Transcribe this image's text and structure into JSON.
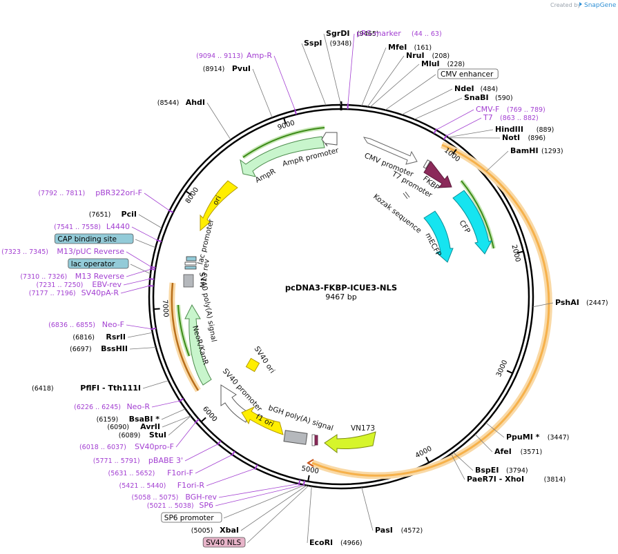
{
  "branding": {
    "created_by": "Created by",
    "app": "SnapGene"
  },
  "plasmid": {
    "name": "pcDNA3-FKBP-ICUE3-NLS",
    "length_text": "9467 bp",
    "length": 9467
  },
  "ruler_ticks": [
    "1000",
    "2000",
    "3000",
    "4000",
    "5000",
    "6000",
    "7000",
    "8000",
    "9000"
  ],
  "sites_right": [
    {
      "name": "SgrDI",
      "pos": "(9465)",
      "color": "black"
    },
    {
      "name": "SspI",
      "pos": "(9348)",
      "color": "black"
    },
    {
      "name": "pRS-marker",
      "pos": "(44 .. 63)",
      "color": "purple"
    },
    {
      "name": "MfeI",
      "pos": "(161)",
      "color": "black"
    },
    {
      "name": "NruI",
      "pos": "(208)",
      "color": "black"
    },
    {
      "name": "MluI",
      "pos": "(228)",
      "color": "black"
    },
    {
      "name": "CMV enhancer",
      "pos": "",
      "color": "box"
    },
    {
      "name": "NdeI",
      "pos": "(484)",
      "color": "black"
    },
    {
      "name": "SnaBI",
      "pos": "(590)",
      "color": "black"
    },
    {
      "name": "CMV-F",
      "pos": "(769 .. 789)",
      "color": "purple"
    },
    {
      "name": "T7",
      "pos": "(863 .. 882)",
      "color": "purple"
    },
    {
      "name": "HindIII",
      "pos": "(889)",
      "color": "black"
    },
    {
      "name": "NotI",
      "pos": "(896)",
      "color": "black"
    },
    {
      "name": "BamHI",
      "pos": "(1293)",
      "color": "black"
    },
    {
      "name": "PshAI",
      "pos": "(2447)",
      "color": "black"
    },
    {
      "name": "PpuMI *",
      "pos": "(3447)",
      "color": "black"
    },
    {
      "name": "AfeI",
      "pos": "(3571)",
      "color": "black"
    },
    {
      "name": "BspEI",
      "pos": "(3794)",
      "color": "black"
    },
    {
      "name": "PaeR7I  - XhoI",
      "pos": "(3814)",
      "color": "black"
    },
    {
      "name": "PasI",
      "pos": "(4572)",
      "color": "black"
    },
    {
      "name": "EcoRI",
      "pos": "(4966)",
      "color": "black"
    }
  ],
  "sites_left": [
    {
      "name": "Amp-R",
      "pos": "(9094 .. 9113)",
      "color": "purple"
    },
    {
      "name": "PvuI",
      "pos": "(8914)",
      "color": "black"
    },
    {
      "name": "AhdI",
      "pos": "(8544)",
      "color": "black"
    },
    {
      "name": "pBR322ori-F",
      "pos": "(7792 .. 7811)",
      "color": "purple"
    },
    {
      "name": "PciI",
      "pos": "(7651)",
      "color": "black"
    },
    {
      "name": "L4440",
      "pos": "(7541 .. 7558)",
      "color": "purple"
    },
    {
      "name": "CAP binding site",
      "pos": "",
      "color": "teal"
    },
    {
      "name": "M13/pUC Reverse",
      "pos": "(7323 .. 7345)",
      "color": "purple"
    },
    {
      "name": "lac operator",
      "pos": "",
      "color": "teal"
    },
    {
      "name": "M13 Reverse",
      "pos": "(7310 .. 7326)",
      "color": "purple"
    },
    {
      "name": "EBV-rev",
      "pos": "(7231 .. 7250)",
      "color": "purple"
    },
    {
      "name": "SV40pA-R",
      "pos": "(7177 .. 7196)",
      "color": "purple"
    },
    {
      "name": "Neo-F",
      "pos": "(6836 .. 6855)",
      "color": "purple"
    },
    {
      "name": "RsrII",
      "pos": "(6816)",
      "color": "black"
    },
    {
      "name": "BssHII",
      "pos": "(6697)",
      "color": "black"
    },
    {
      "name": "PflFI  - Tth111I",
      "pos": "(6418)",
      "color": "black"
    },
    {
      "name": "Neo-R",
      "pos": "(6226 .. 6245)",
      "color": "purple"
    },
    {
      "name": "BsaBI *",
      "pos": "(6159)",
      "color": "black"
    },
    {
      "name": "AvrII",
      "pos": "(6090)",
      "color": "black"
    },
    {
      "name": "StuI",
      "pos": "(6089)",
      "color": "black"
    },
    {
      "name": "SV40pro-F",
      "pos": "(6018 .. 6037)",
      "color": "purple"
    },
    {
      "name": "pBABE 3'",
      "pos": "(5771 .. 5791)",
      "color": "purple"
    },
    {
      "name": "F1ori-F",
      "pos": "(5631 .. 5652)",
      "color": "purple"
    },
    {
      "name": "F1ori-R",
      "pos": "(5421 .. 5440)",
      "color": "purple"
    },
    {
      "name": "BGH-rev",
      "pos": "(5058 .. 5075)",
      "color": "purple"
    },
    {
      "name": "SP6",
      "pos": "(5021 .. 5038)",
      "color": "purple"
    },
    {
      "name": "SP6 promoter",
      "pos": "",
      "color": "box"
    },
    {
      "name": "XbaI",
      "pos": "(5005)",
      "color": "black"
    },
    {
      "name": "SV40 NLS",
      "pos": "",
      "color": "pink"
    }
  ],
  "features": {
    "cmv_promoter": "CMV promoter",
    "t7_promoter": "T7 promoter",
    "fkbp": "FKBP",
    "kozak": "Kozak sequence",
    "cfp": "CFP",
    "mecfp": "mECFP",
    "ampr": "AmpR",
    "ampr_promoter": "AmpR promoter",
    "ori": "ori",
    "lac_promoter": "lac promoter",
    "m13_rev": "M13 rev",
    "sv40_polya": "SV40 poly(A) signal",
    "neor": "NeoR/KanR",
    "sv40_ori": "SV40 ori",
    "sv40_promoter": "SV40 promoter",
    "f1_ori": "f1 ori",
    "bgh_polya": "bGH poly(A) signal",
    "vn173": "VN173"
  },
  "colors": {
    "purple": "#a23ed1",
    "fkbp": "#8b2a5a",
    "cfp": "#16e4f0",
    "ampr": "#c8f5cc",
    "ori": "#ffee00",
    "vn173": "#d6f52b",
    "orange": "#f6b14b",
    "green_line": "#3b8a16",
    "teal_box": "#93cbd8",
    "pink_box": "#e7b4c9"
  }
}
